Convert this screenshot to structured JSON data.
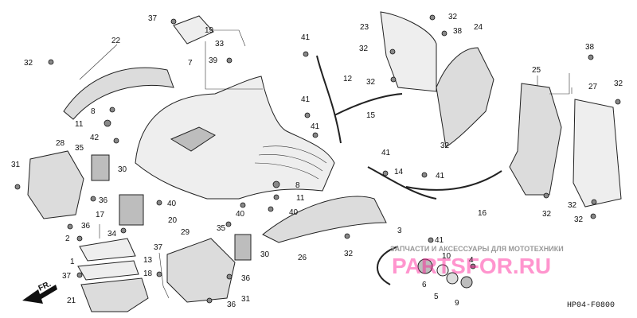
{
  "diagram": {
    "part_code": "HP04-F0800",
    "front_marker": "FR.",
    "watermark": {
      "caption": "ЗАПЧАСТИ И АКСЕССУАРЫ ДЛЯ МОТОТЕХНИКИ",
      "logo_text": "PARTSFOR.RU"
    },
    "callouts": [
      "1",
      "2",
      "3",
      "4",
      "5",
      "6",
      "7",
      "8",
      "9",
      "10",
      "11",
      "12",
      "13",
      "14",
      "15",
      "16",
      "17",
      "18",
      "19",
      "20",
      "21",
      "22",
      "23",
      "24",
      "25",
      "26",
      "27",
      "28",
      "29",
      "30",
      "31",
      "32",
      "33",
      "34",
      "35",
      "36",
      "37",
      "38",
      "39",
      "40",
      "41",
      "42"
    ]
  }
}
